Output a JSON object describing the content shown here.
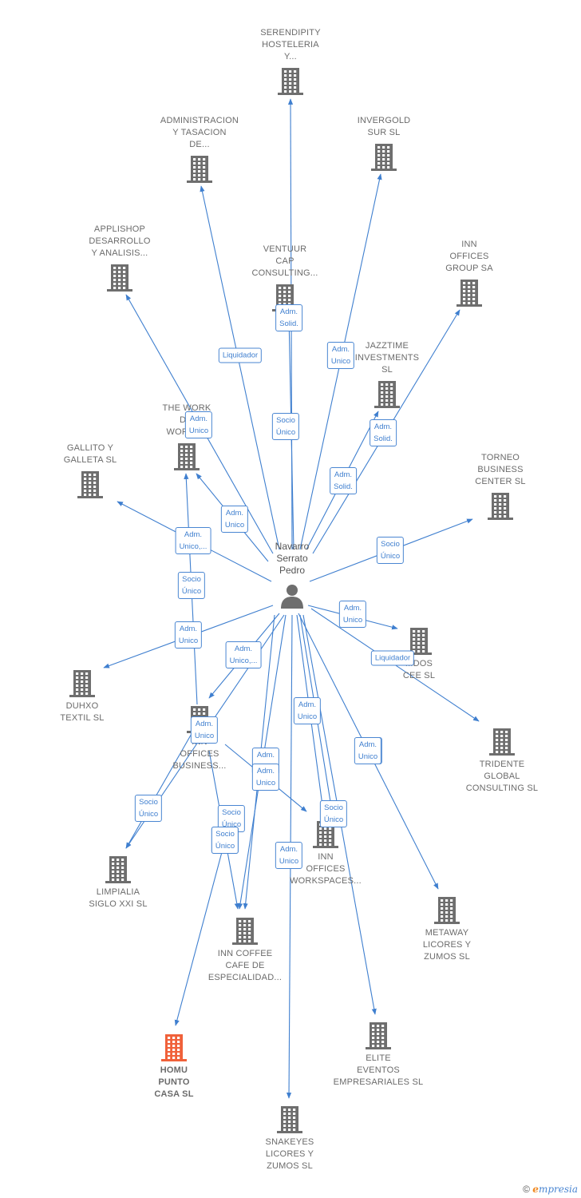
{
  "center": {
    "name": "Navarro\nSerrato\nPedro"
  },
  "companies": [
    {
      "id": "serendipity",
      "name": "SERENDIPITY\nHOSTELERIA\nY..."
    },
    {
      "id": "administracion",
      "name": "ADMINISTRACION\nY TASACION\nDE..."
    },
    {
      "id": "invergold",
      "name": "INVERGOLD\nSUR SL"
    },
    {
      "id": "applishop",
      "name": "APPLISHOP\nDESARROLLO\nY ANALISIS..."
    },
    {
      "id": "ventuur",
      "name": "VENTUUR\nCAP\nCONSULTING..."
    },
    {
      "id": "inn_offices_group",
      "name": "INN\nOFFICES\nGROUP SA"
    },
    {
      "id": "jazztime",
      "name": "JAZZTIME\nINVESTMENTS\nSL"
    },
    {
      "id": "the_work",
      "name": "THE WORK\nD...\nWORKP..."
    },
    {
      "id": "gallito",
      "name": "GALLITO Y\nGALLETA  SL"
    },
    {
      "id": "torneo",
      "name": "TORNEO\nBUSINESS\nCENTER  SL"
    },
    {
      "id": "duhxo",
      "name": "DUHXO\nTEXTIL  SL"
    },
    {
      "id": "dos_cee",
      "name": "...DOS\nCEE  SL"
    },
    {
      "id": "tridente",
      "name": "TRIDENTE\nGLOBAL\nCONSULTING SL"
    },
    {
      "id": "inn_offices_business",
      "name": "INN\nOFFICES\nBUSINESS..."
    },
    {
      "id": "limpialia",
      "name": "LIMPIALIA\nSIGLO XXI  SL"
    },
    {
      "id": "inn_offices_workspaces",
      "name": "INN\nOFFICES\nWORKSPACES..."
    },
    {
      "id": "inn_coffee",
      "name": "INN COFFEE\nCAFE DE\nESPECIALIDAD..."
    },
    {
      "id": "metaway",
      "name": "METAWAY\nLICORES Y\nZUMOS  SL"
    },
    {
      "id": "homu",
      "name": "HOMU\nPUNTO\nCASA  SL"
    },
    {
      "id": "elite",
      "name": "ELITE\nEVENTOS\nEMPRESARIALES SL"
    },
    {
      "id": "snakeyes",
      "name": "SNAKEYES\nLICORES Y\nZUMOS  SL"
    }
  ],
  "relations": [
    {
      "target": "serendipity",
      "label": "Adm.\nSolid."
    },
    {
      "target": "ventuur",
      "label": "Socio\nÚnico"
    },
    {
      "target": "administracion",
      "label": "Liquidador"
    },
    {
      "target": "invergold",
      "label": "Adm.\nUnico"
    },
    {
      "target": "applishop",
      "label": "Adm.\nUnico"
    },
    {
      "target": "inn_offices_group",
      "label": "Adm.\nSolid."
    },
    {
      "target": "jazztime",
      "label": "Adm.\nSolid."
    },
    {
      "target": "the_work",
      "label": "Adm.\nUnico"
    },
    {
      "target": "gallito",
      "label": "Adm.\nUnico,..."
    },
    {
      "target": "torneo",
      "label": "Socio\nÚnico"
    },
    {
      "target": "the_work",
      "label": "Socio\nÚnico"
    },
    {
      "target": "duhxo",
      "label": "Adm.\nUnico"
    },
    {
      "target": "dos_cee",
      "label": "Adm.\nUnico"
    },
    {
      "target": "tridente",
      "label": "Liquidador"
    },
    {
      "target": "inn_offices_business",
      "label": "Adm.\nUnico,..."
    },
    {
      "target": "limpialia",
      "label": "Adm.\nUnico"
    },
    {
      "target": "limpialia",
      "label": "Socio\nÚnico"
    },
    {
      "target": "inn_offices_workspaces",
      "label": "Adm.\nUnico"
    },
    {
      "target": "inn_offices_workspaces",
      "label": "Adm.\nUnico"
    },
    {
      "target": "metaway",
      "label": "Adm.\nUnico"
    },
    {
      "target": "inn_coffee",
      "label": "Adm.\nUnico"
    },
    {
      "target": "inn_coffee",
      "label": "Socio\nÚnico"
    },
    {
      "target": "inn_offices_workspaces",
      "label": "Socio\nÚnico"
    },
    {
      "target": "inn_coffee",
      "label": "Adm.\nUnico"
    },
    {
      "target": "homu",
      "label": "Socio\nÚnico"
    },
    {
      "target": "snakeyes",
      "label": "Adm.\nUnico"
    },
    {
      "target": "elite",
      "label": "Adm.\nUnico"
    }
  ],
  "colors": {
    "edge": "#3f7fcf",
    "building": "#6e6e6e",
    "highlight": "#f0613a"
  },
  "footer": {
    "copyright": "©",
    "brand_initial": "e",
    "brand_rest": "mpresia"
  }
}
